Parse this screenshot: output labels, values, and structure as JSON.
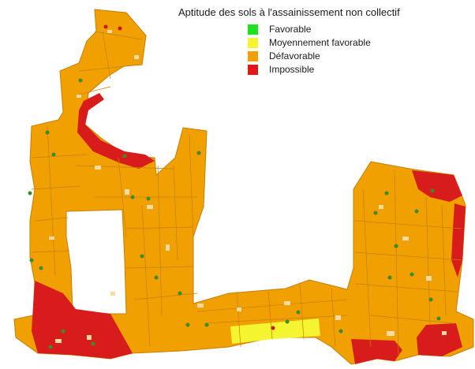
{
  "legend": {
    "title": "Aptitude des sols à l'assainissement non collectif",
    "items": [
      {
        "label": "Favorable",
        "color": "#20e020"
      },
      {
        "label": "Moyennement favorable",
        "color": "#f4f430"
      },
      {
        "label": "Défavorable",
        "color": "#f0a000"
      },
      {
        "label": "Impossible",
        "color": "#e01818"
      }
    ]
  },
  "colors": {
    "parcel_fill": "#f0a000",
    "parcel_line": "#c47f00",
    "impossible": "#d81c1c",
    "moyennement": "#f4f430",
    "building": "#f7dba0",
    "point": "#3e8a2a",
    "point_red": "#c81818",
    "background": "#ffffff"
  }
}
